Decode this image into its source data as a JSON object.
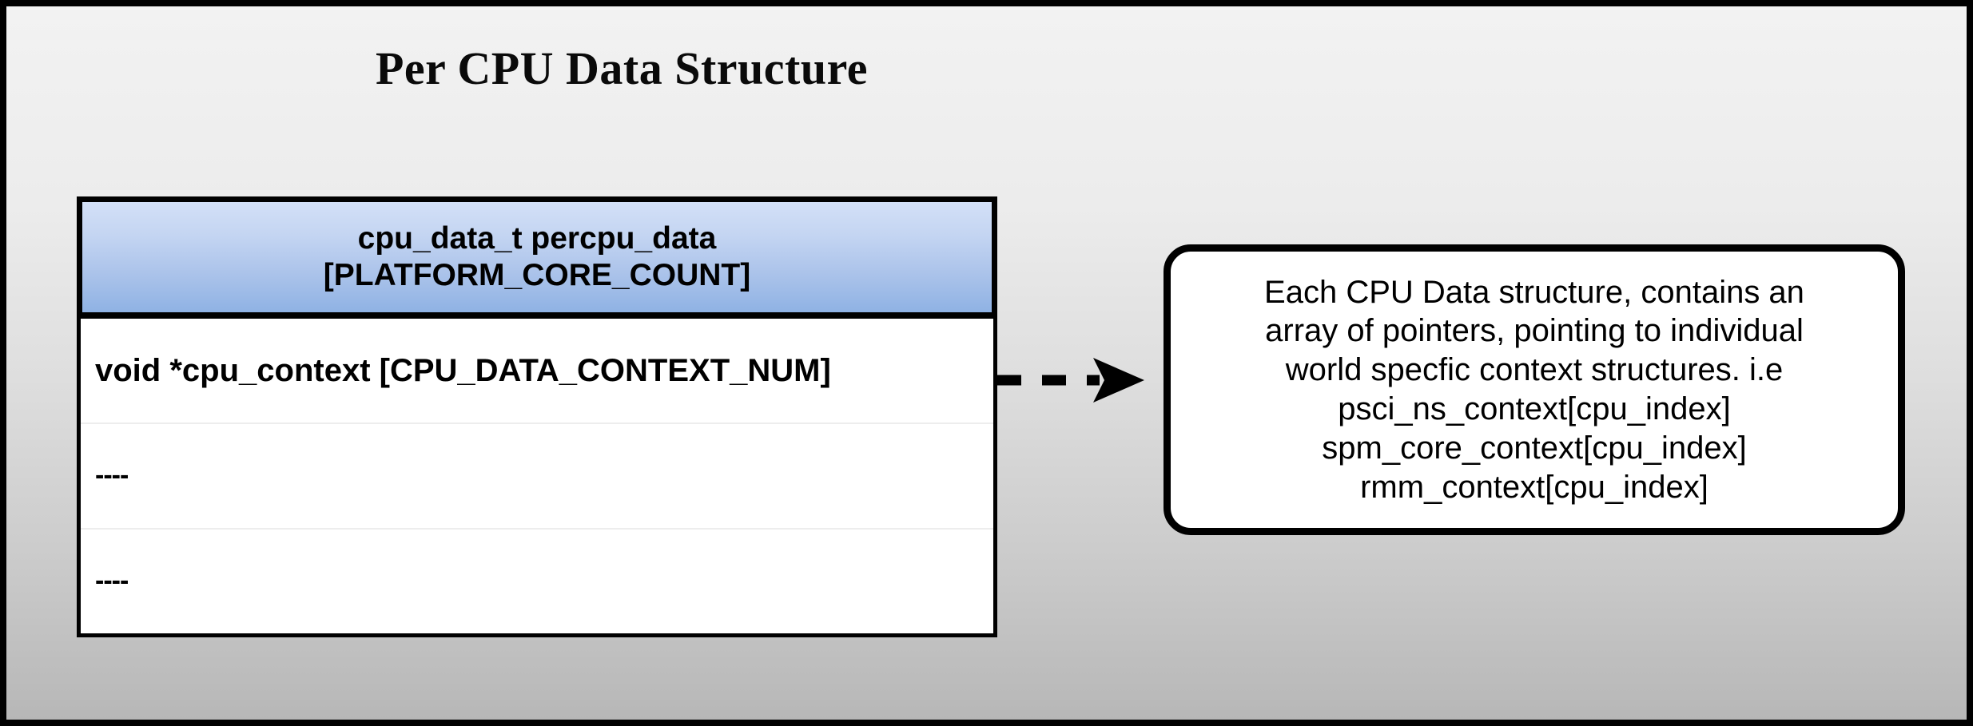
{
  "slide": {
    "title": "Per CPU Data Structure",
    "background_top_color": "#f2f2f2",
    "background_bottom_color": "#b7b7b7",
    "border_color": "#000000"
  },
  "struct_table": {
    "header": {
      "line1": "cpu_data_t percpu_data",
      "line2": "[PLATFORM_CORE_COUNT]",
      "gradient_top_color": "#d3e0f7",
      "gradient_bottom_color": "#8fb2e4"
    },
    "rows": [
      {
        "text": "void *cpu_context [CPU_DATA_CONTEXT_NUM]",
        "style": "bold"
      },
      {
        "text": "----",
        "style": "muted"
      },
      {
        "text": "----",
        "style": "muted"
      }
    ]
  },
  "connector": {
    "kind": "dashed-arrow",
    "direction": "right",
    "color": "#000000"
  },
  "callout": {
    "lines": [
      "Each CPU Data structure, contains an",
      "array of pointers, pointing to individual",
      "world specfic context structures. i.e",
      "psci_ns_context[cpu_index]",
      "spm_core_context[cpu_index]",
      "rmm_context[cpu_index]"
    ],
    "border_color": "#000000",
    "fill_color": "#ffffff"
  }
}
